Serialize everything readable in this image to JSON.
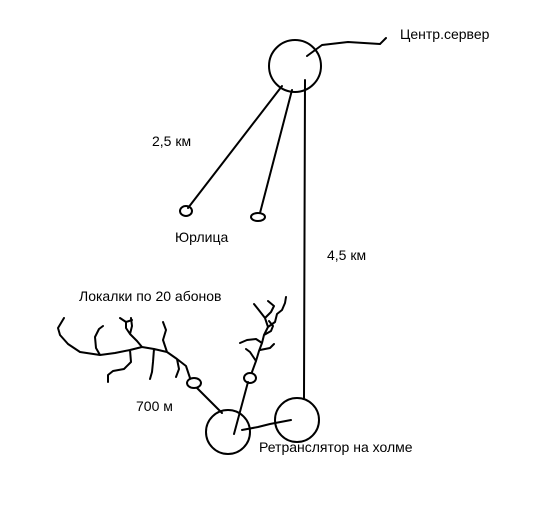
{
  "labels": {
    "central_server": "Центр.сервер",
    "distance_short": "2,5 км",
    "yurlitsa": "Юрлица",
    "distance_long": "4,5 км",
    "locals": "Локалки по 20 абонов",
    "distance_700": "700 м",
    "relay": "Ретранслятор на холме"
  },
  "colors": {
    "ink": "#000000",
    "background": "#ffffff"
  }
}
